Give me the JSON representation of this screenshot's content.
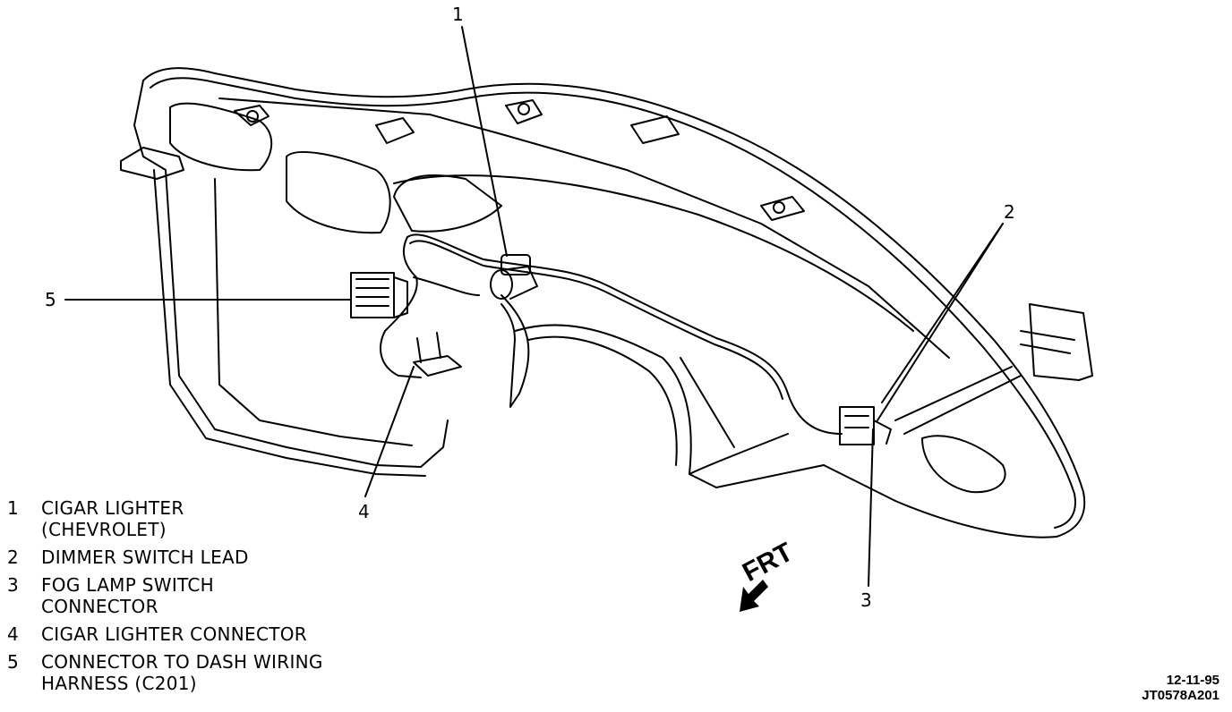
{
  "callouts": [
    "1",
    "2",
    "3",
    "4",
    "5"
  ],
  "legend": [
    {
      "num": "1",
      "text": "CIGAR LIGHTER\n(CHEVROLET)"
    },
    {
      "num": "2",
      "text": "DIMMER SWITCH LEAD"
    },
    {
      "num": "3",
      "text": "FOG LAMP SWITCH\nCONNECTOR"
    },
    {
      "num": "4",
      "text": "CIGAR LIGHTER CONNECTOR"
    },
    {
      "num": "5",
      "text": "CONNECTOR TO DASH WIRING\nHARNESS (C201)"
    }
  ],
  "direction": {
    "label": "FRT",
    "icon": "arrow-down-left-icon"
  },
  "stamp": {
    "date": "12-11-95",
    "figure_id": "JT0578A201"
  }
}
